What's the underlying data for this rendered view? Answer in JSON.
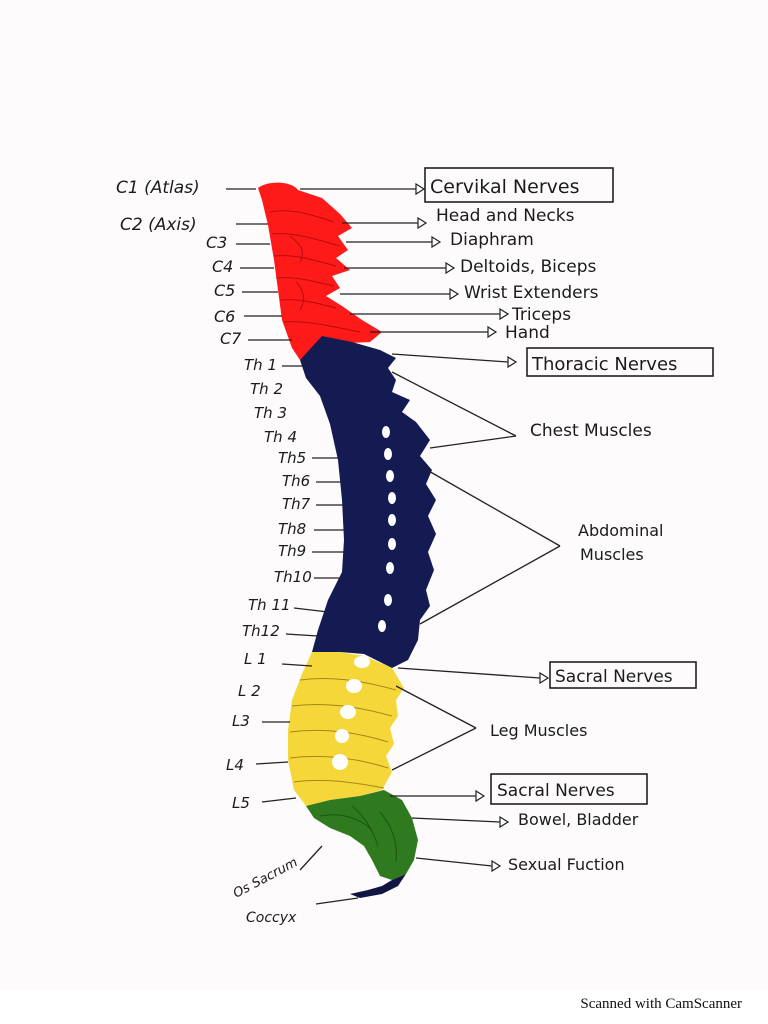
{
  "vertebra_labels": {
    "c1": "C1 (Atlas)",
    "c2": "C2 (Axis)",
    "c3": "C3",
    "c4": "C4",
    "c5": "C5",
    "c6": "C6",
    "c7": "C7",
    "th1": "Th 1",
    "th2": "Th 2",
    "th3": "Th 3",
    "th4": "Th 4",
    "th5": "Th5",
    "th6": "Th6",
    "th7": "Th7",
    "th8": "Th8",
    "th9": "Th9",
    "th10": "Th10",
    "th11": "Th 11",
    "th12": "Th12",
    "l1": "L 1",
    "l2": "L 2",
    "l3": "L3",
    "l4": "L4",
    "l5": "L5",
    "sacrum": "Os Sacrum",
    "coccyx": "Coccyx"
  },
  "targets": {
    "cervikal_nerves": "Cervikal Nerves",
    "head_and_necks": "Head and Necks",
    "diaphram": "Diaphram",
    "deltoids_biceps": "Deltoids, Biceps",
    "wrist_extenders": "Wrist Extenders",
    "triceps": "Triceps",
    "hand": "Hand",
    "thoracic_nerves": "Thoracic Nerves",
    "chest_muscles": "Chest Muscles",
    "abdominal_1": "Abdominal",
    "abdominal_2": "Muscles",
    "sacral_nerves_upper": "Sacral Nerves",
    "leg_muscles": "Leg Muscles",
    "sacral_nerves_lower": "Sacral Nerves",
    "bowel_bladder": "Bowel, Bladder",
    "sexual_function": "Sexual Fuction"
  },
  "colors": {
    "cervical": "#ff1a1a",
    "thoracic": "#141a52",
    "lumbar": "#f6d73a",
    "sacral": "#2f7a1f",
    "coccyx": "#101642"
  },
  "footer": {
    "scanner_text": "Scanned with CamScanner"
  }
}
